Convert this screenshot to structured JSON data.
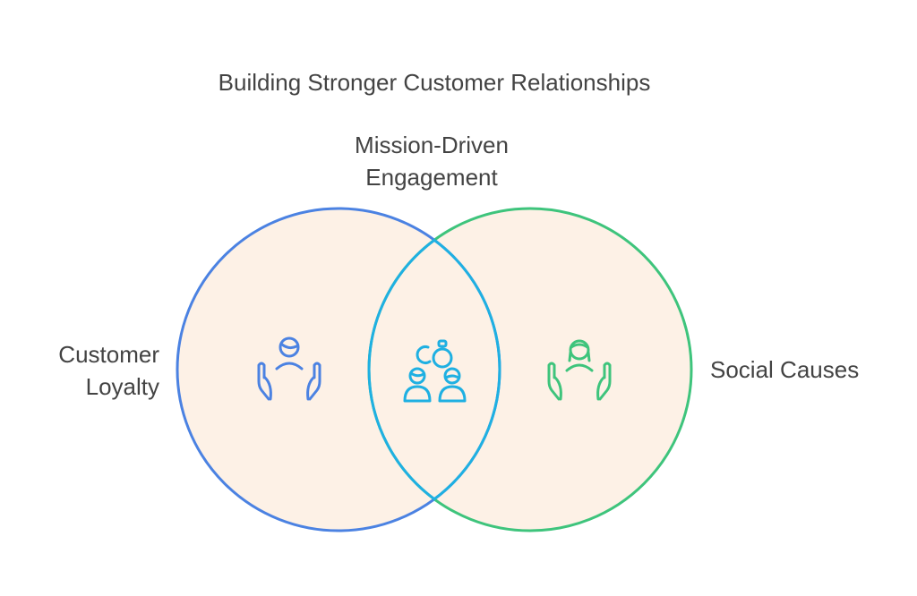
{
  "title": "Building Stronger Customer Relationships",
  "intersection": {
    "line1": "Mission-Driven",
    "line2": "Engagement",
    "icon": "people-with-rings-icon"
  },
  "left_set": {
    "line1": "Customer",
    "line2": "Loyalty",
    "icon": "hands-holding-person-icon"
  },
  "right_set": {
    "label": "Social Causes",
    "icon": "hands-holding-woman-icon"
  },
  "colors": {
    "fill": "#fdf1e6",
    "left": "#4b82e2",
    "right": "#3ec47c",
    "intersection": "#1fb0e2",
    "text": "#434343"
  }
}
